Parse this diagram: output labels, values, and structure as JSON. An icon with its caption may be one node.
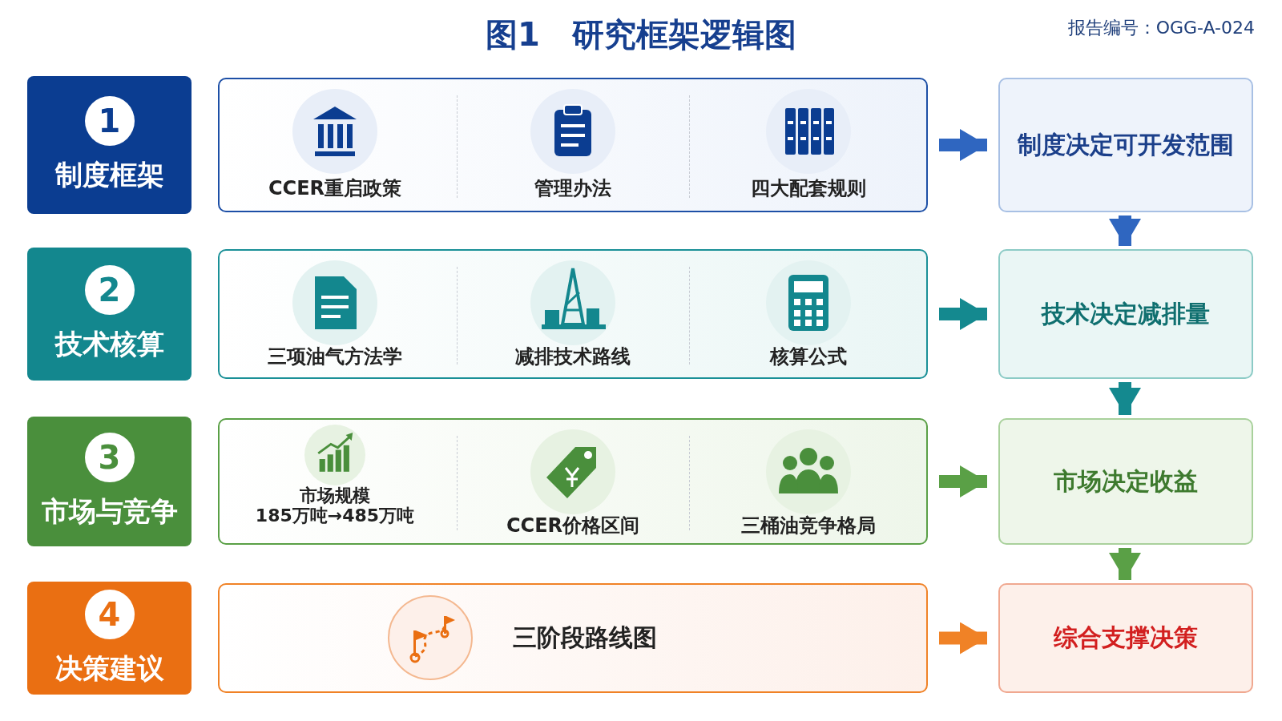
{
  "diagram": {
    "title": "图1　研究框架逻辑图",
    "nodes": [
      {
        "text": [
          "1",
          "制度框架"
        ]
      },
      {
        "text": [],
        "shape": "box"
      },
      {
        "text": [
          "CCER重启政策"
        ],
        "in": 1
      },
      {
        "text": [
          "管理办法"
        ],
        "in": 1
      },
      {
        "text": [
          "四大配套规则"
        ],
        "in": 1
      },
      {
        "text": [
          "制度决定可开发范围"
        ]
      },
      {
        "text": [
          "2",
          "技术核算"
        ]
      },
      {
        "text": [],
        "shape": "box"
      },
      {
        "text": [
          "三项油气方法学"
        ],
        "in": 7
      },
      {
        "text": [
          "减排技术路线"
        ],
        "in": 7
      },
      {
        "text": [
          "核算公式"
        ],
        "in": 7
      },
      {
        "text": [
          "技术决定减排量"
        ]
      },
      {
        "text": [
          "3",
          "市场与竞争"
        ]
      },
      {
        "text": [],
        "shape": "box"
      },
      {
        "text": [
          "市场规模",
          "185万吨→485万吨"
        ],
        "in": 13
      },
      {
        "text": [
          "CCER价格区间"
        ],
        "in": 13
      },
      {
        "text": [
          "三桶油竞争格局"
        ],
        "in": 13
      },
      {
        "text": [
          "市场决定收益"
        ]
      },
      {
        "text": [
          "4",
          "决策建议"
        ]
      },
      {
        "text": [],
        "shape": "box"
      },
      {
        "text": [
          "三阶段路线图"
        ],
        "in": 19
      },
      {
        "text": [
          "综合支撑决策"
        ]
      }
    ],
    "edges": [
      {
        "from": 1,
        "to": 5,
        "arrow": "to",
        "color": "#2f66c0"
      },
      {
        "from": 7,
        "to": 11,
        "arrow": "to",
        "color": "#14898f"
      },
      {
        "from": 13,
        "to": 17,
        "arrow": "to",
        "color": "#5aa046"
      },
      {
        "from": 19,
        "to": 21,
        "arrow": "to",
        "color": "#f08226"
      },
      {
        "from": 5,
        "to": 11,
        "arrow": "to",
        "color": "#2f66c0"
      },
      {
        "from": 11,
        "to": 17,
        "arrow": "to",
        "color": "#14898f"
      },
      {
        "from": 17,
        "to": 21,
        "arrow": "to",
        "color": "#5aa046"
      }
    ],
    "labels": [
      "报告编号：OGG-A-024"
    ]
  }
}
